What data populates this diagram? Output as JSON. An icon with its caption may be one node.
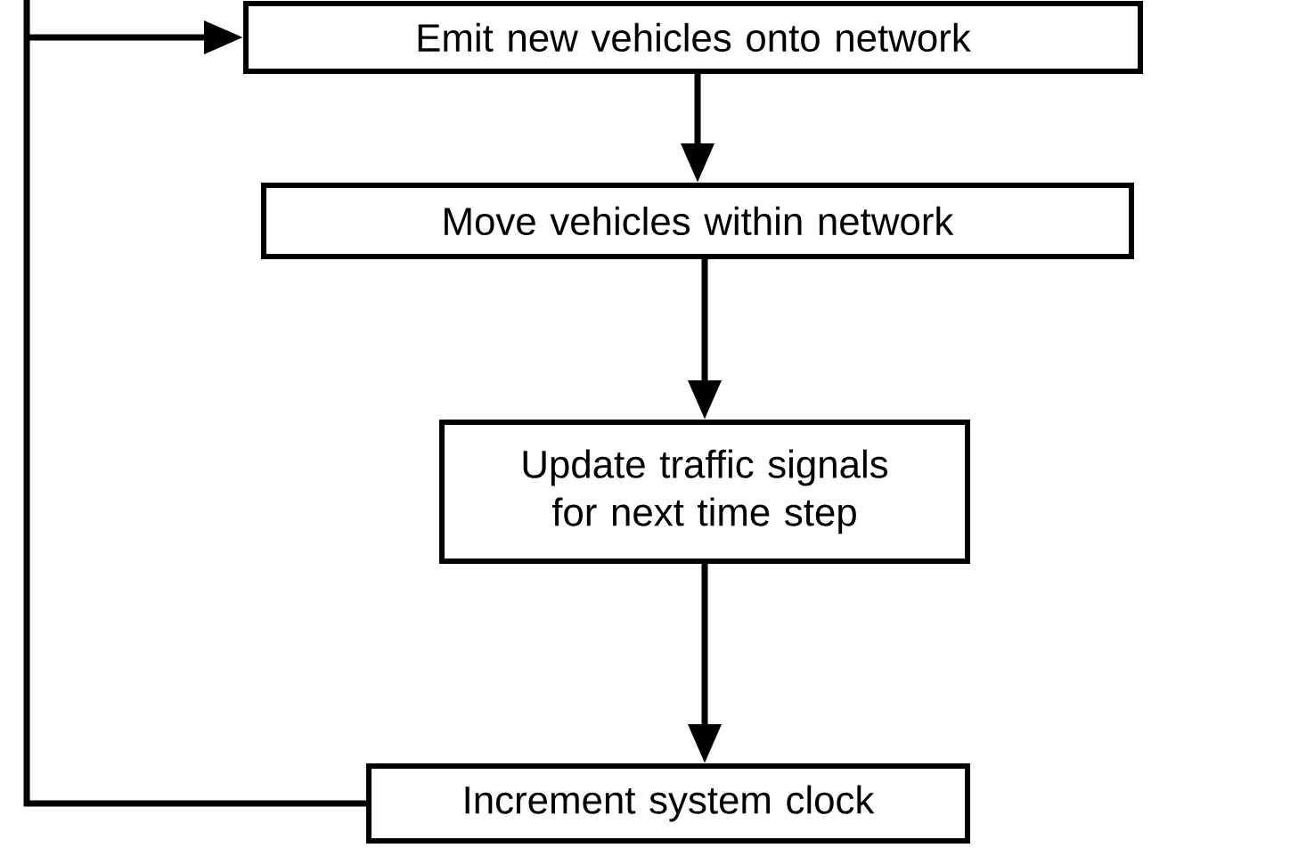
{
  "diagram": {
    "nodes": [
      {
        "text": [
          "Emit new vehicles onto network"
        ]
      },
      {
        "text": [
          "Move vehicles within network"
        ]
      },
      {
        "text": [
          "Update traffic signals for next time step"
        ]
      },
      {
        "text": [
          "Increment system clock"
        ]
      }
    ],
    "edges": [
      {
        "from": 0,
        "to": 1,
        "arrow": "to"
      },
      {
        "from": 1,
        "to": 2,
        "arrow": "to"
      },
      {
        "from": 2,
        "to": 3,
        "arrow": "to"
      },
      {
        "from": 3,
        "to": 0,
        "arrow": "to"
      }
    ]
  }
}
